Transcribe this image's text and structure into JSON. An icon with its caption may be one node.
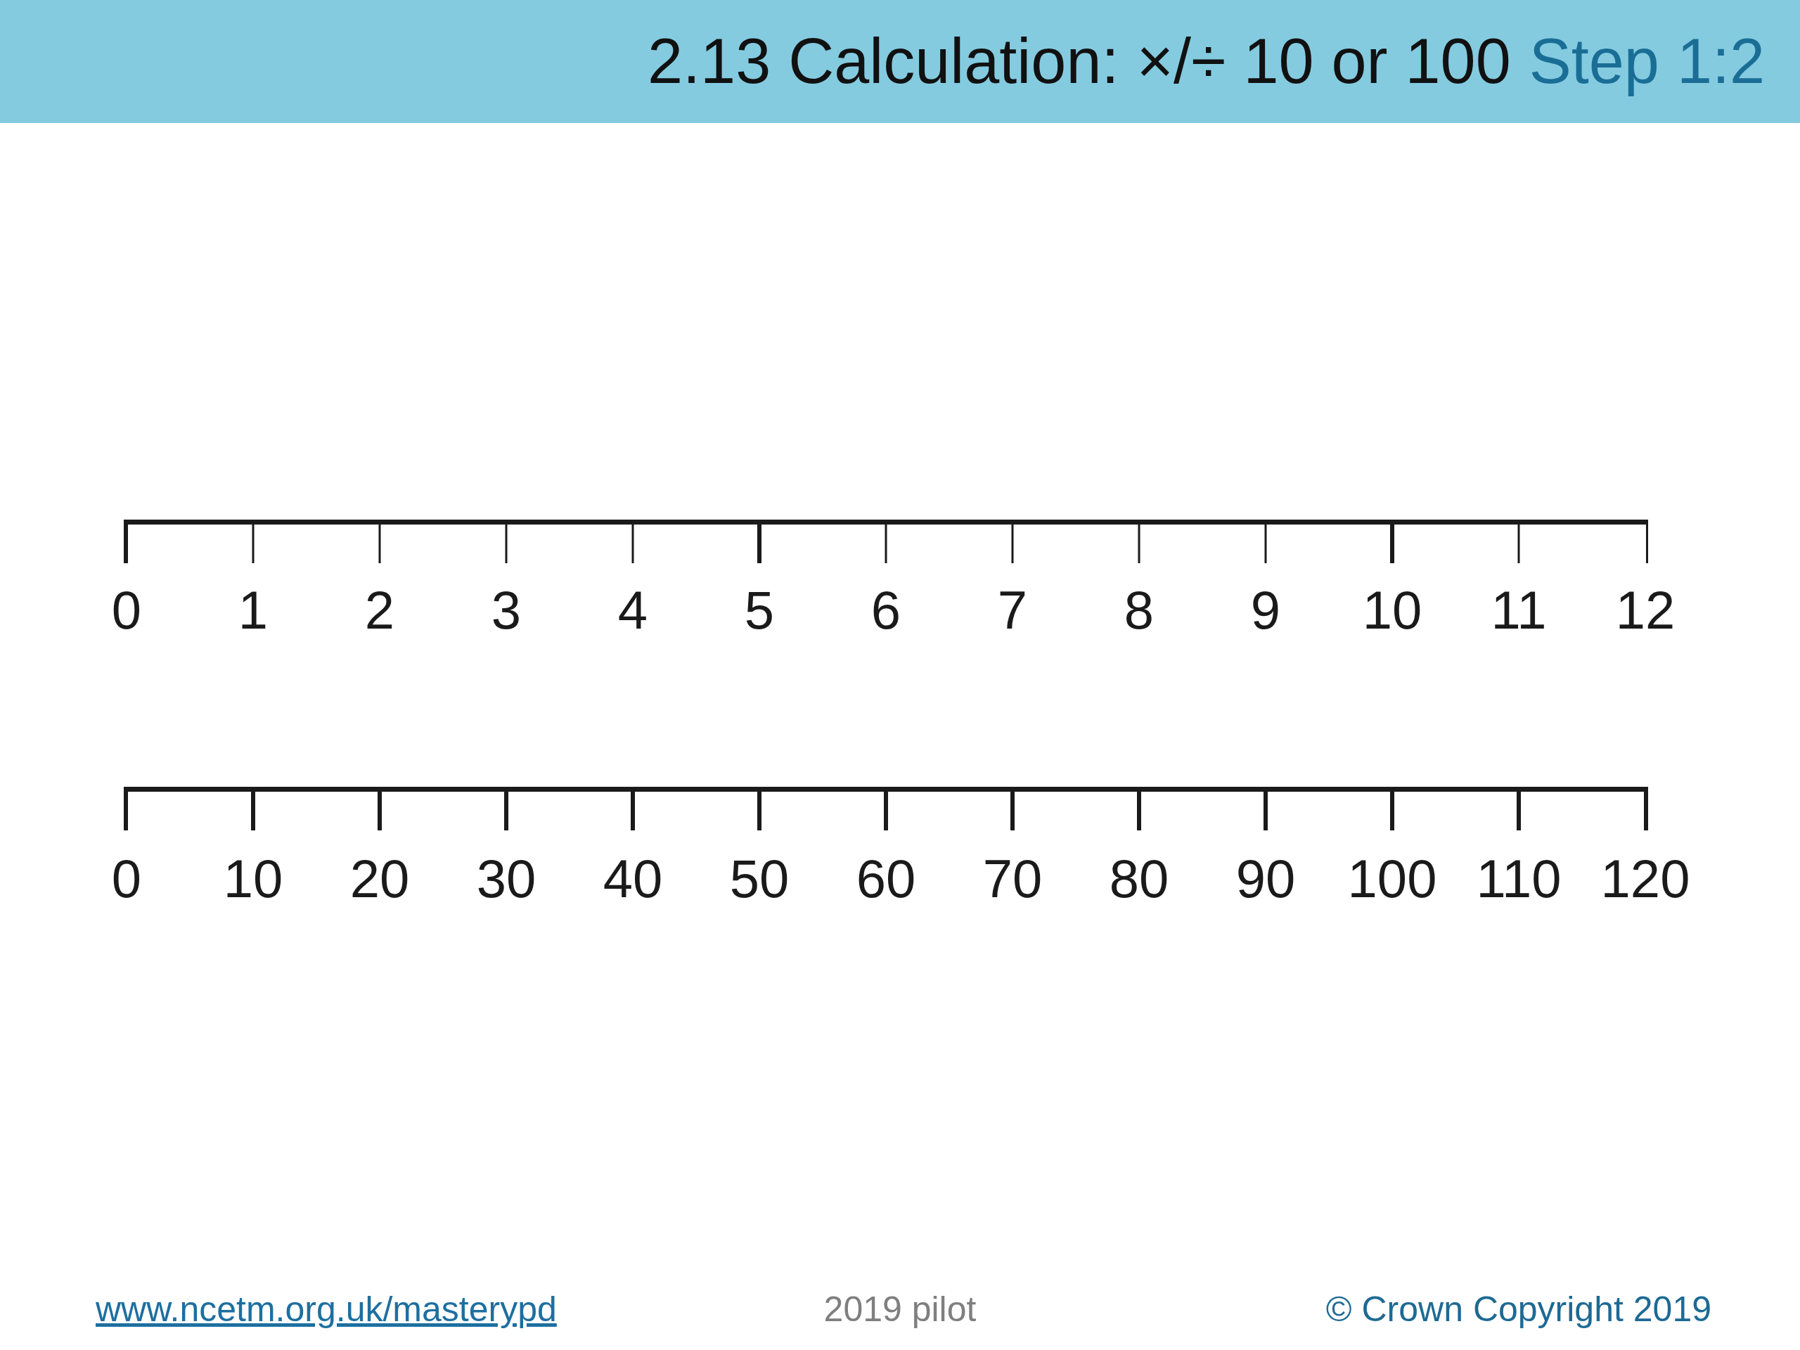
{
  "diagram": {
    "title": "2.13 Calculation: ×/÷ 10 or 100",
    "labels": [
      "Step 1:2",
      "0",
      "1",
      "2",
      "3",
      "4",
      "5",
      "6",
      "7",
      "8",
      "9",
      "10",
      "11",
      "12",
      "0",
      "10",
      "20",
      "30",
      "40",
      "50",
      "60",
      "70",
      "80",
      "90",
      "100",
      "110",
      "120",
      "www.ncetm.org.uk/masterypd",
      "2019 pilot",
      "© Crown Copyright 2019"
    ]
  }
}
